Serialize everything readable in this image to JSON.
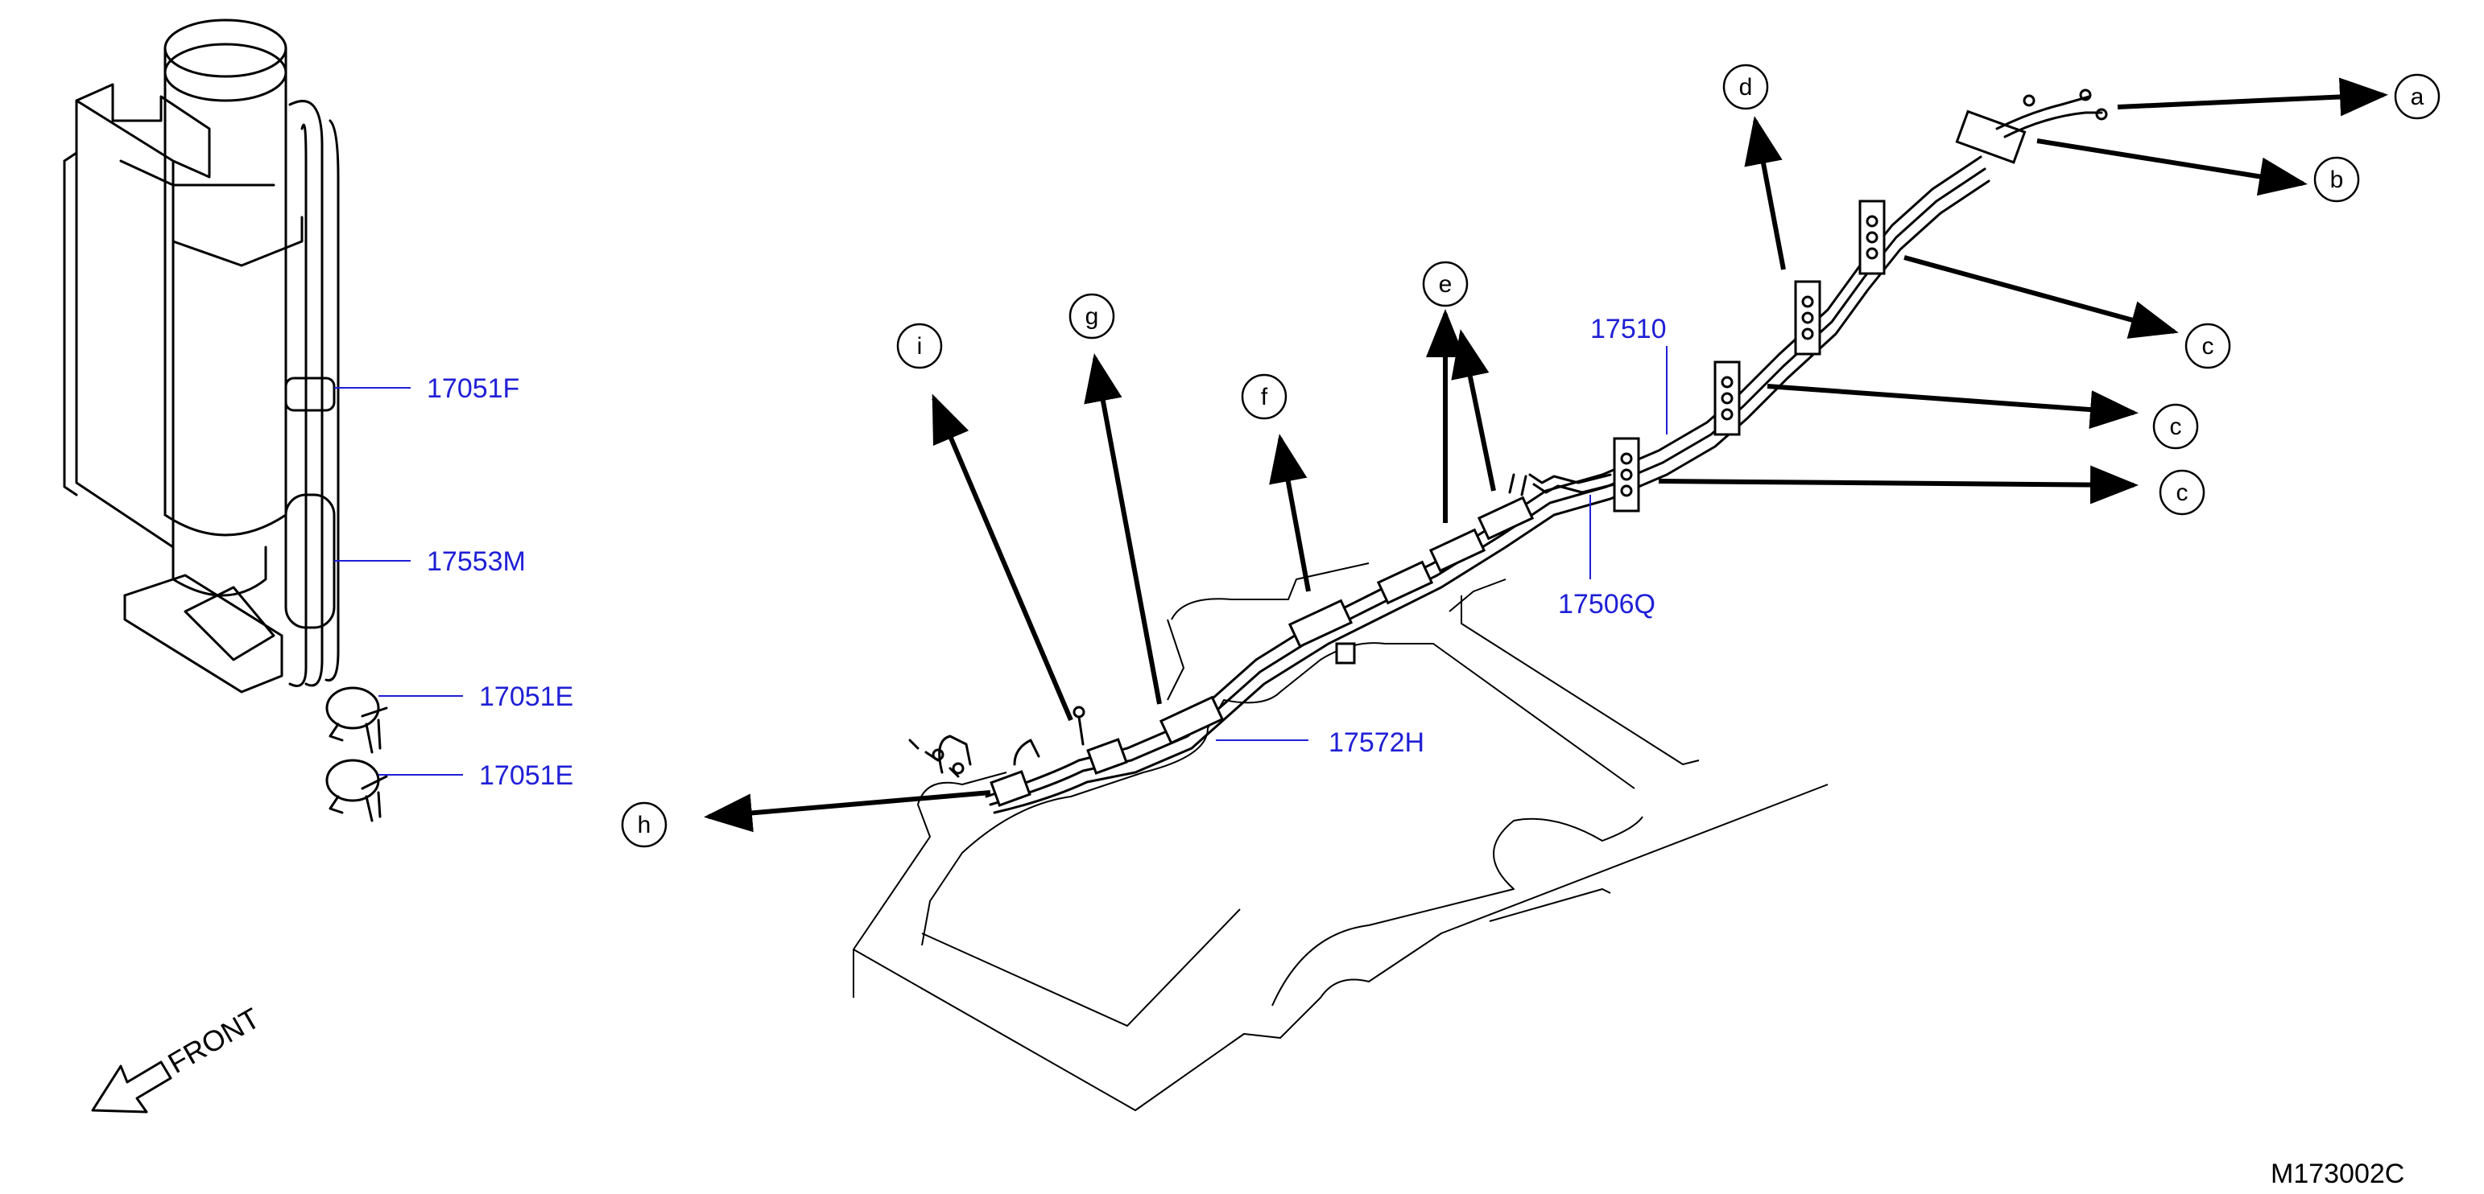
{
  "part_labels": {
    "p17051F": "17051F",
    "p17553M": "17553M",
    "p17051E_a": "17051E",
    "p17051E_b": "17051E",
    "p17572H": "17572H",
    "p17510": "17510",
    "p17506Q": "17506Q"
  },
  "callouts": {
    "a": "a",
    "b": "b",
    "c1": "c",
    "c2": "c",
    "c3": "c",
    "d": "d",
    "e": "e",
    "f": "f",
    "g": "g",
    "h": "h",
    "i": "i"
  },
  "front_label": "FRONT",
  "drawing_code": "M173002C",
  "colors": {
    "part_label": "#1f1fd6",
    "linework": "#000000",
    "background": "#ffffff"
  }
}
